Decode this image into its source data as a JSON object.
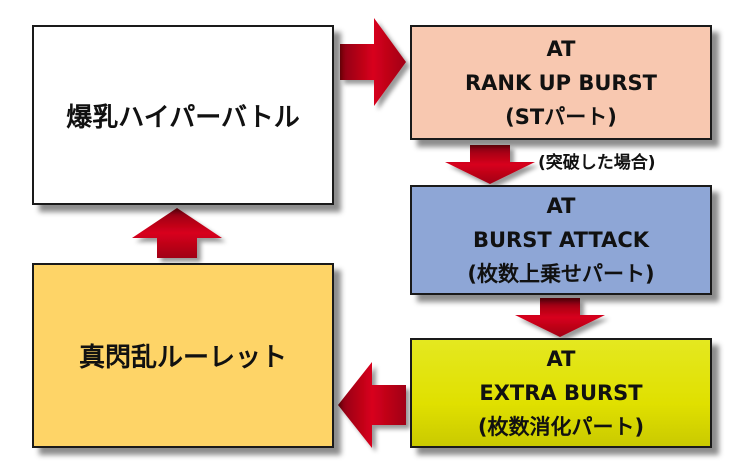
{
  "main_box": {
    "label": "爆乳ハイパーバトル"
  },
  "roulette_box": {
    "label": "真閃乱ルーレット"
  },
  "rank_up_box": {
    "line1": "AT",
    "line2": "RANK UP BURST",
    "line3": "(STパート)"
  },
  "burst_attack_box": {
    "line1": "AT",
    "line2": "BURST ATTACK",
    "line3": "(枚数上乗せパート)"
  },
  "extra_box": {
    "line1": "AT",
    "line2": "EXTRA BURST",
    "line3": "(枚数消化パート)"
  },
  "breakthrough_note": "(突破した場合)",
  "colors": {
    "arrow": "#c00018",
    "main_bg": "#ffffff",
    "roulette_bg": "#fed467",
    "rank_up_bg": "#f8c8b0",
    "burst_attack_bg": "#8ea6d6",
    "extra_bg": "#e0e000"
  }
}
